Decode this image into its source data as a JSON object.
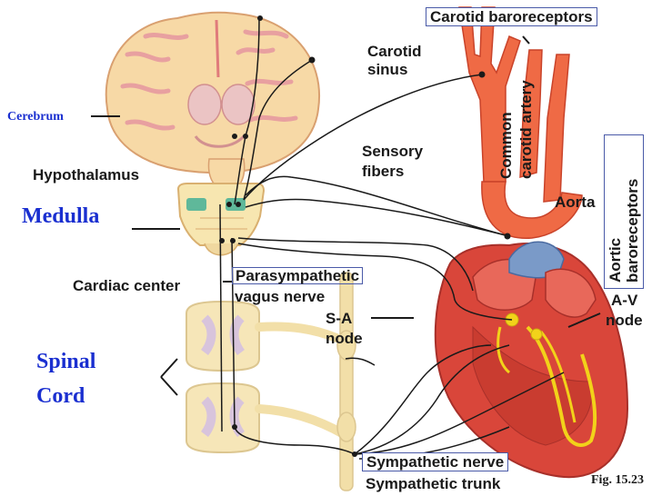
{
  "labels": {
    "carotid_baroreceptors": "Carotid baroreceptors",
    "carotid_sinus_1": "Carotid",
    "carotid_sinus_2": "sinus",
    "common_carotid_1": "Common",
    "common_carotid_2": "carotid artery",
    "cerebrum": "Cerebrum",
    "hypothalamus": "Hypothalamus",
    "sensory_fibers_1": "Sensory",
    "sensory_fibers_2": "fibers",
    "medulla": "Medulla",
    "aorta": "Aorta",
    "aortic_baro_1": "Aortic",
    "aortic_baro_2": "baroreceptors",
    "cardiac_center": "Cardiac center",
    "parasympathetic_1": "Parasympathetic",
    "parasympathetic_2": "vagus nerve",
    "av_node_1": "A-V",
    "av_node_2": "node",
    "sa_node_1": "S-A",
    "sa_node_2": "node",
    "spinal_1": "Spinal",
    "spinal_2": "Cord",
    "sympathetic_nerve": "Sympathetic nerve",
    "sympathetic_trunk": "Sympathetic trunk",
    "fig": "Fig. 15.23"
  },
  "colors": {
    "brain_fill": "#f7d9a6",
    "brain_sulci": "#e8a0a0",
    "artery": "#ef6a45",
    "artery_dark": "#c9432a",
    "heart": "#d9463a",
    "heart_dark": "#a8302a",
    "conduction": "#f2d21a",
    "nerve": "#1a1a1a",
    "spinal": "#f6e6b8",
    "label_blue": "#1a2fd0",
    "box_border": "#4a5aa8"
  }
}
